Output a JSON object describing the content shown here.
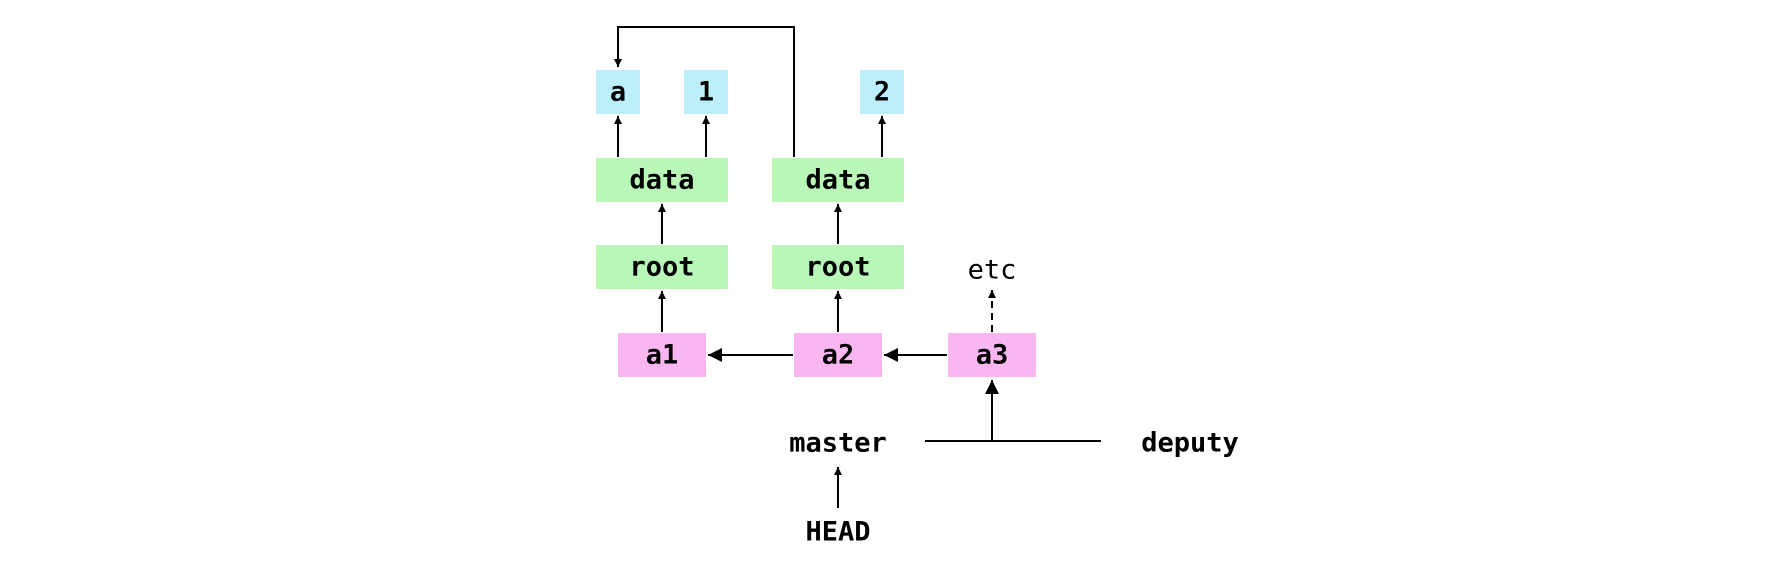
{
  "nodes": {
    "blob_a": {
      "label": "a"
    },
    "blob_1": {
      "label": "1"
    },
    "blob_2": {
      "label": "2"
    },
    "data_1": {
      "label": "data"
    },
    "data_2": {
      "label": "data"
    },
    "root_1": {
      "label": "root"
    },
    "root_2": {
      "label": "root"
    },
    "commit_a1": {
      "label": "a1"
    },
    "commit_a2": {
      "label": "a2"
    },
    "commit_a3": {
      "label": "a3"
    }
  },
  "labels": {
    "etc": "etc",
    "master": "master",
    "deputy": "deputy",
    "head": "HEAD"
  },
  "colors": {
    "blob": "#bdeefb",
    "tree": "#b8f7b6",
    "commit": "#f9b6f1",
    "line": "#000000"
  }
}
